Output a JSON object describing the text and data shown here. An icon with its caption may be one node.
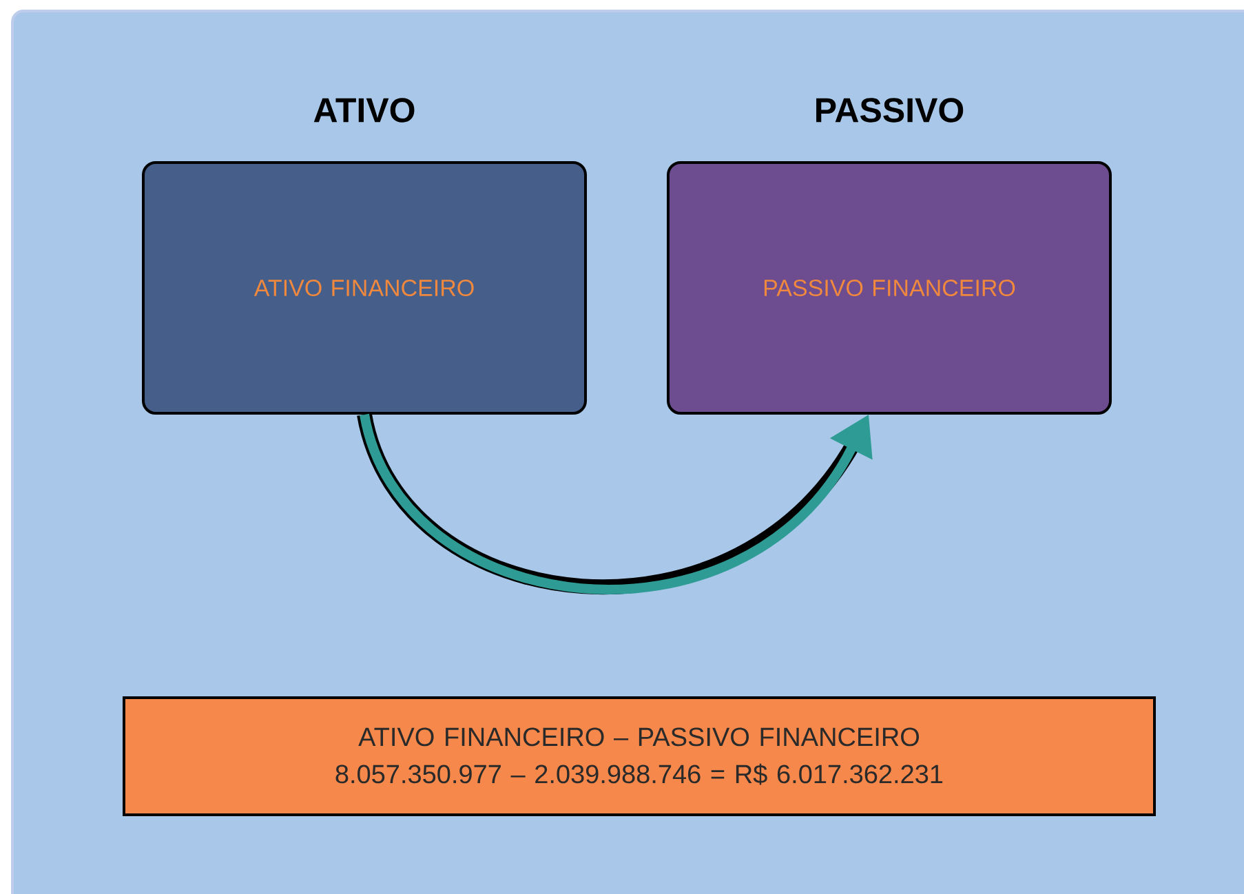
{
  "diagram": {
    "nodes": [
      {
        "text": [
          "ATIVO",
          "ATIVO FINANCEIRO"
        ]
      },
      {
        "text": [
          "PASSIVO",
          "PASSIVO FINANCEIRO"
        ]
      },
      {
        "text": [
          "ATIVO FINANCEIRO – PASSIVO FINANCEIRO",
          "8.057.350.977 – 2.039.988.746 = R$ 6.017.362.231"
        ]
      }
    ],
    "edges": [
      {
        "from": 0,
        "to": 1,
        "arrow": "to"
      }
    ]
  }
}
